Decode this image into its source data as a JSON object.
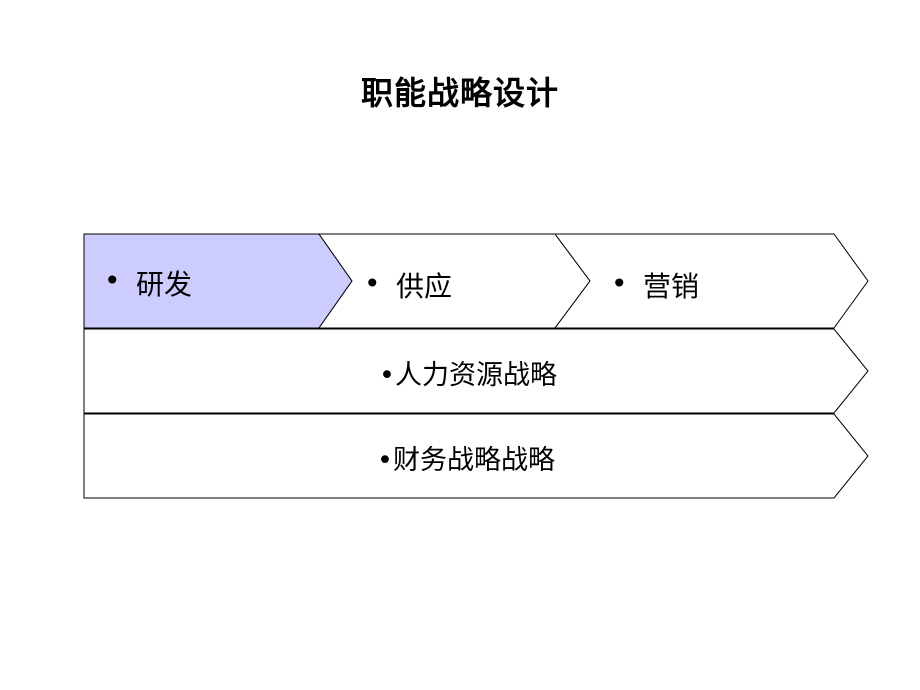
{
  "title": "职能战略设计",
  "colors": {
    "highlight_fill": "#CCCCFF",
    "stroke": "#000000",
    "background": "#FFFFFF"
  },
  "top_row": [
    {
      "bullet": "•",
      "label": "研发",
      "highlighted": true
    },
    {
      "bullet": "•",
      "label": "供应",
      "highlighted": false
    },
    {
      "bullet": "•",
      "label": "营销",
      "highlighted": false
    }
  ],
  "bars": [
    {
      "label": "•人力资源战略"
    },
    {
      "label": "•财务战略战略"
    }
  ]
}
